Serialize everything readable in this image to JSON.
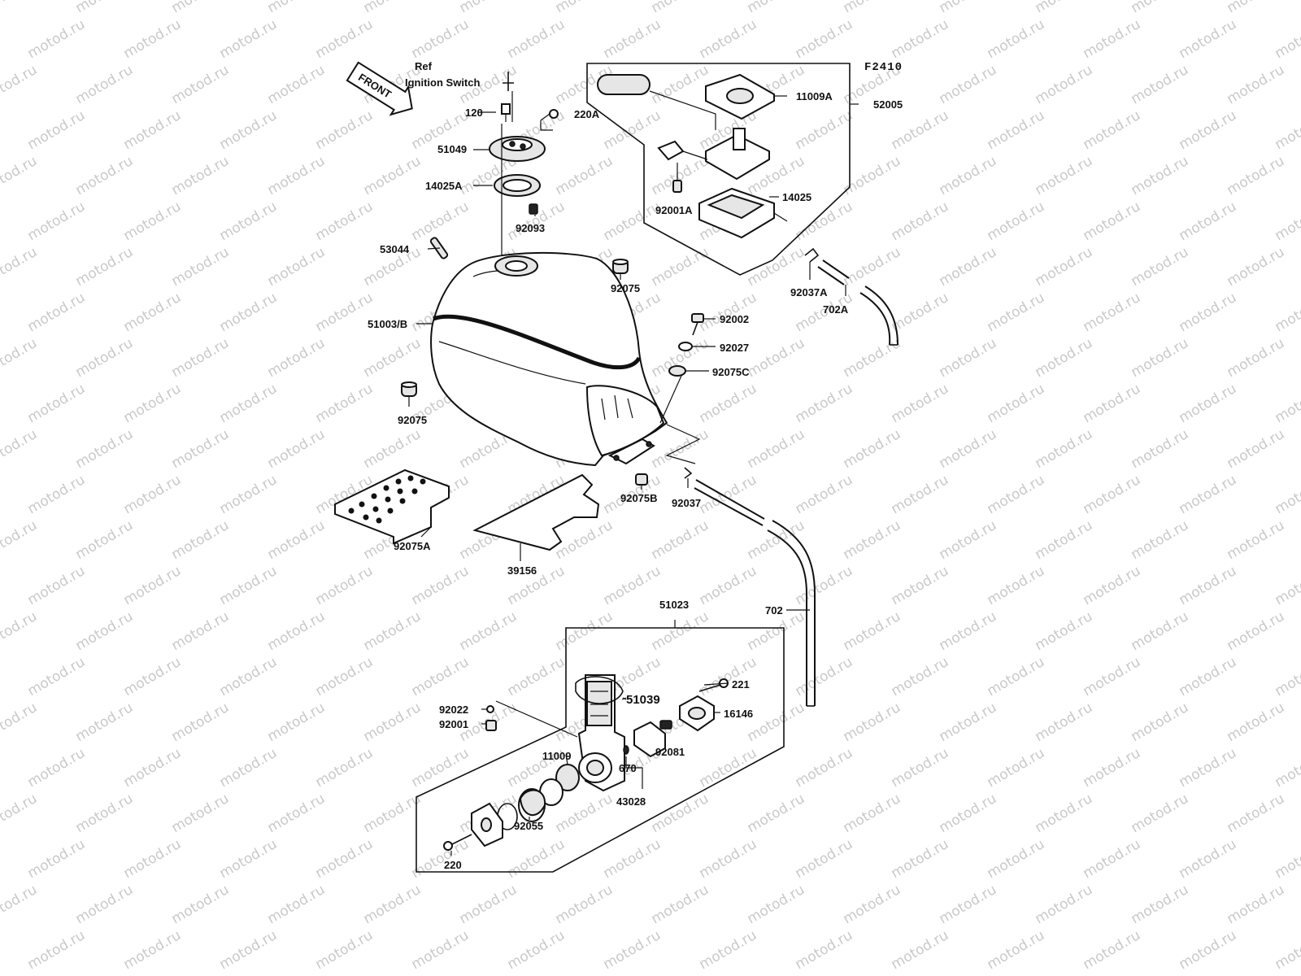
{
  "diagram_code": "F2410",
  "front_label": "FRONT",
  "ref_note": [
    "Ref",
    "Ignition Switch"
  ],
  "watermark": "motod.ru",
  "callouts": {
    "p120": "120",
    "p220A": "220A",
    "p51049": "51049",
    "p14025A": "14025A",
    "p92093": "92093",
    "p53044": "53044",
    "p51003B": "51003/B",
    "p92075_left": "92075",
    "p92075_top": "92075",
    "p11009A": "11009A",
    "p52005": "52005",
    "p92001A": "92001A",
    "p14025": "14025",
    "p92037A": "92037A",
    "p702A": "702A",
    "p92002": "92002",
    "p92027": "92027",
    "p92075C": "92075C",
    "p92075B": "92075B",
    "p92037": "92037",
    "p92075A": "92075A",
    "p39156": "39156",
    "p702": "702",
    "p51023": "51023",
    "p221": "221",
    "p51039": "51039",
    "p16146": "16146",
    "p92022": "92022",
    "p92001": "92001",
    "p92081": "92081",
    "p11009": "11009",
    "p670": "670",
    "p43028": "43028",
    "p92055": "92055",
    "p220": "220"
  }
}
